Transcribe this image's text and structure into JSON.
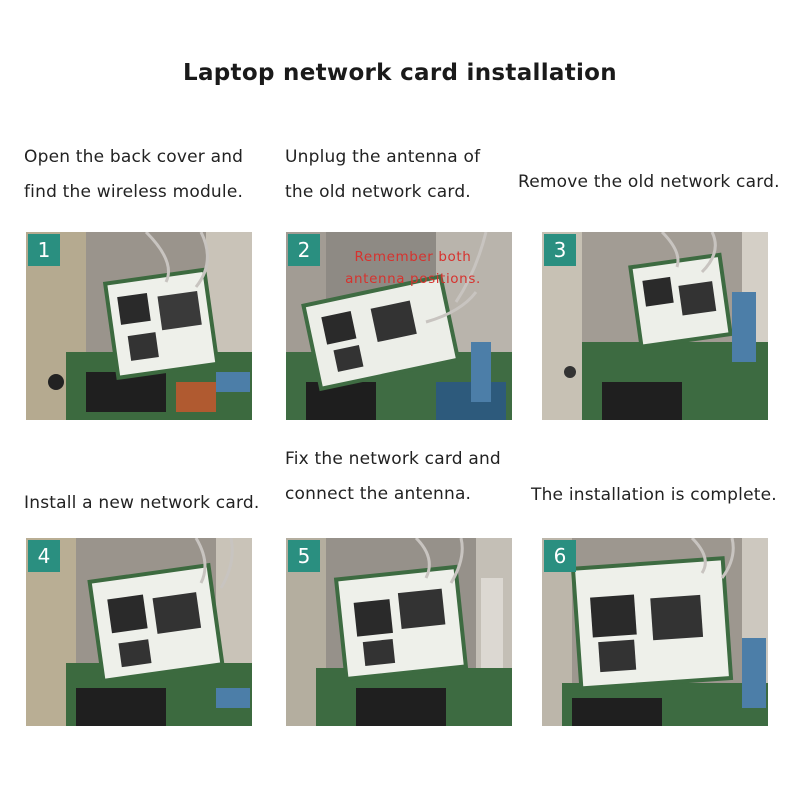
{
  "title": "Laptop network card installation",
  "steps": [
    {
      "number": "1",
      "caption_lines": [
        "Open the back cover and",
        "find the wireless module."
      ]
    },
    {
      "number": "2",
      "caption_lines": [
        "Unplug the antenna of",
        "the old network card."
      ],
      "note_lines": [
        "Remember both",
        "antenna positions."
      ]
    },
    {
      "number": "3",
      "caption_lines": [
        "Remove the old network card."
      ]
    },
    {
      "number": "4",
      "caption_lines": [
        "Install a new network card."
      ]
    },
    {
      "number": "5",
      "caption_lines": [
        "Fix the network card and",
        "connect the antenna."
      ]
    },
    {
      "number": "6",
      "caption_lines": [
        "The installation is complete."
      ]
    }
  ],
  "colors": {
    "badge": "#2a8f80",
    "note": "#d6322e"
  }
}
